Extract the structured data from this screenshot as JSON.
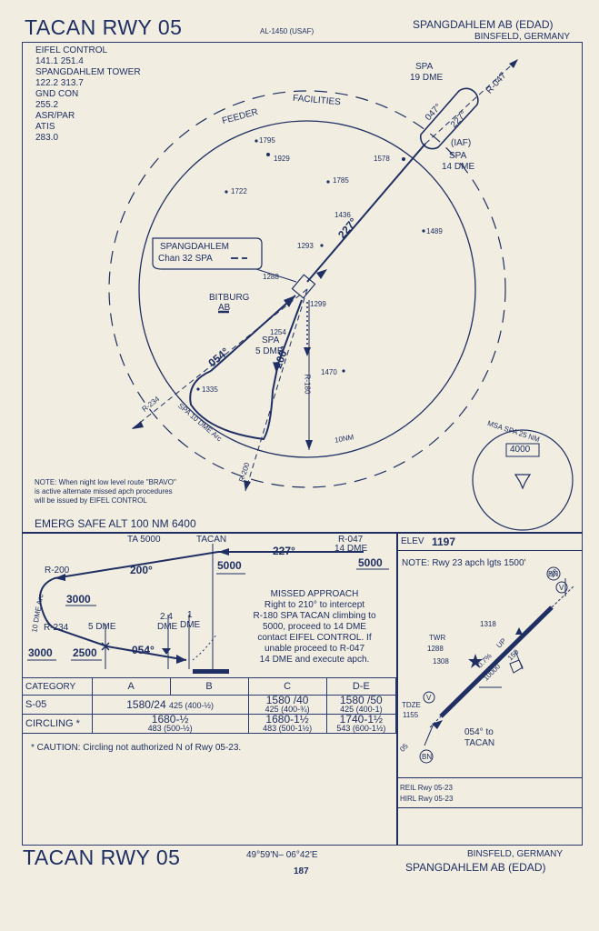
{
  "header": {
    "title": "TACAN RWY 05",
    "code": "AL-1450 (USAF)",
    "airport": "SPANGDAHLEM AB (EDAD)",
    "location": "BINSFELD, GERMANY"
  },
  "comms": [
    "EIFEL CONTROL",
    "141.1 251.4",
    "SPANGDAHLEM TOWER",
    "122.2 313.7",
    "GND CON",
    "255.2",
    "ASR/PAR",
    "ATIS",
    "283.0"
  ],
  "plan": {
    "feeder_label": "FEEDER",
    "facilities_label": "FACILITIES",
    "spa19_name": "SPA",
    "spa19_dme": "19 DME",
    "iaf": "(IAF)",
    "spa14_name": "SPA",
    "spa14_dme": "14 DME",
    "crs_047": "047°",
    "crs_227a": "227°",
    "radial_047": "R-047",
    "crs_227b": "227°",
    "navaid_name": "SPANGDAHLEM",
    "navaid_chan": "Chan 32 SPA",
    "bitburg1": "BITBURG",
    "bitburg2": "AB",
    "spa5_name": "SPA",
    "spa5_dme": "5 DME",
    "crs_054": "054°",
    "crs_200": "200°",
    "radial_180": "R-180",
    "radial_234": "R-234",
    "radial_200": "R-200",
    "arc_label": "SPA 10 DME Arc",
    "ring_label": "10NM",
    "elevations": [
      "1795",
      "1929",
      "1578",
      "1722",
      "1785",
      "1436",
      "1489",
      "1293",
      "1288",
      "1299",
      "1254",
      "1335",
      "1470"
    ],
    "note_line1": "NOTE: When night low level route \"BRAVO\"",
    "note_line2": "is active alternate missed apch procedures",
    "note_line3": "will be issued by EIFEL CONTROL",
    "msa_label": "MSA SPA 25 NM",
    "msa_alt": "4000",
    "emerg": "EMERG SAFE ALT 100 NM 6400"
  },
  "profile": {
    "ta": "TA 5000",
    "tacan": "TACAN",
    "crs_227": "227°",
    "r047": "R-047",
    "dme14": "14 DME",
    "alt_5000a": "5000",
    "alt_5000b": "5000",
    "r200": "R-200",
    "crs_200": "200°",
    "alt_3000a": "3000",
    "arc": "10 DME Arc",
    "r234": "R-234",
    "dme5": "5 DME",
    "dme24": "2.4",
    "dme24b": "DME",
    "dme1": "1",
    "dme1b": "DME",
    "alt_3000b": "3000",
    "alt_2500": "2500",
    "crs_054": "054°",
    "missed_title": "MISSED APPROACH",
    "missed_lines": [
      "Right to 210° to intercept",
      "R-180 SPA TACAN climbing to",
      "5000, proceed to 14 DME",
      "contact EIFEL CONTROL. If",
      "unable proceed to R-047",
      "14 DME and execute apch."
    ]
  },
  "minima": {
    "headers": [
      "CATEGORY",
      "A",
      "B",
      "C",
      "D-E"
    ],
    "s05": {
      "label": "S-05",
      "ab": "1580/24",
      "ab2": "425 (400-½)",
      "c": "1580 /40",
      "c2": "425 (400-¾)",
      "de": "1580 /50",
      "de2": "425 (400-1)"
    },
    "circling": {
      "label": "CIRCLING *",
      "ab": "1680-½",
      "ab2": "483 (500-½)",
      "c": "1680-1½",
      "c2": "483 (500-1½)",
      "de": "1740-1½",
      "de2": "543 (600-1½)"
    },
    "caution": "* CAUTION: Circling not authorized N of Rwy 05-23."
  },
  "airport": {
    "elev_label": "ELEV",
    "elev": "1197",
    "note": "NOTE: Rwy 23 apch lgts 1500'",
    "rwy23": "23",
    "rwy05": "05",
    "e1318": "1318",
    "twr": "TWR",
    "twr_elev": "1288",
    "e1308": "1308",
    "tdze": "TDZE",
    "tdze_elev": "1155",
    "crs": "054° to",
    "crs2": "TACAN",
    "slope": "0.7%",
    "up": "UP",
    "len": "10000",
    "width": "150",
    "bn": "BN",
    "v": "V",
    "reil": "REIL Rwy 05-23",
    "hirl": "HIRL Rwy 05-23"
  },
  "footer": {
    "title": "TACAN RWY 05",
    "coords": "49°59'N– 06°42'E",
    "page": "187",
    "location": "BINSFELD, GERMANY",
    "airport": "SPANGDAHLEM AB (EDAD)"
  },
  "colors": {
    "ink": "#1f2f63",
    "paper": "#f1ede0"
  }
}
